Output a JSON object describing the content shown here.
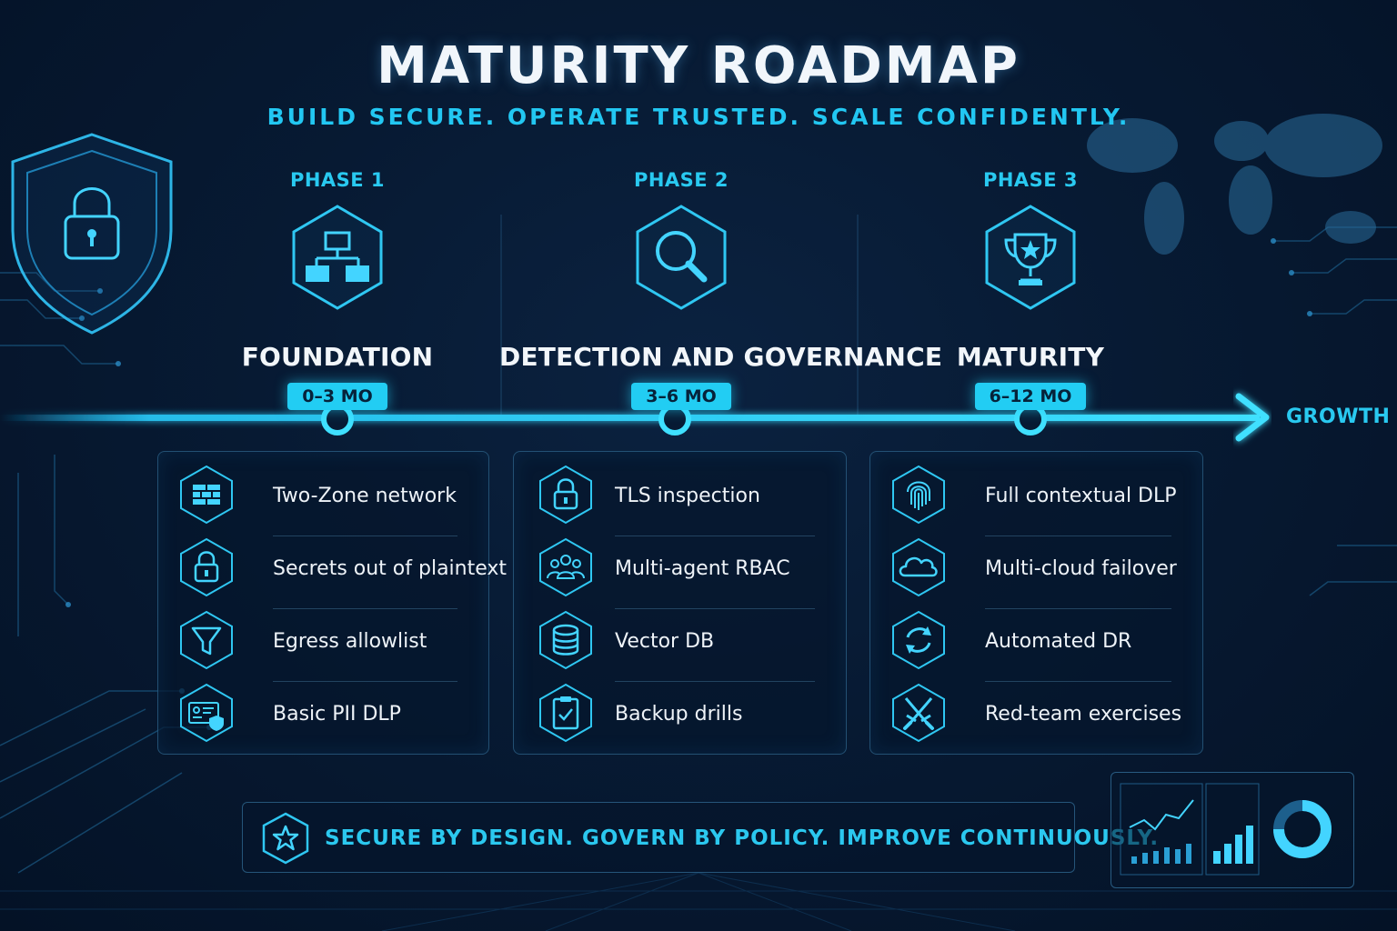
{
  "title": "MATURITY ROADMAP",
  "subtitle": "BUILD SECURE.  OPERATE TRUSTED.  SCALE CONFIDENTLY.",
  "timeline": {
    "end_label": "GROWTH"
  },
  "colors": {
    "accent": "#22cdf3",
    "background": "#071a33",
    "text": "#f2f6fa",
    "card_border": "#3f7fa8"
  },
  "phases": [
    {
      "label": "PHASE 1",
      "icon": "network-hierarchy-icon",
      "name": "FOUNDATION",
      "duration": "0–3 MO",
      "items": [
        {
          "icon": "firewall-icon",
          "label": "Two-Zone network"
        },
        {
          "icon": "padlock-icon",
          "label": "Secrets out of plaintext"
        },
        {
          "icon": "funnel-filter-icon",
          "label": "Egress allowlist"
        },
        {
          "icon": "id-card-shield-icon",
          "label": "Basic PII DLP"
        }
      ]
    },
    {
      "label": "PHASE 2",
      "icon": "magnifier-icon",
      "name": "DETECTION AND GOVERNANCE",
      "duration": "3–6 MO",
      "items": [
        {
          "icon": "padlock-icon",
          "label": "TLS inspection"
        },
        {
          "icon": "user-group-icon",
          "label": "Multi-agent RBAC"
        },
        {
          "icon": "database-icon",
          "label": "Vector DB"
        },
        {
          "icon": "clipboard-check-icon",
          "label": "Backup drills"
        }
      ]
    },
    {
      "label": "PHASE 3",
      "icon": "trophy-icon",
      "name": "MATURITY",
      "duration": "6–12 MO",
      "items": [
        {
          "icon": "fingerprint-icon",
          "label": "Full contextual DLP"
        },
        {
          "icon": "cloud-icon",
          "label": "Multi-cloud failover"
        },
        {
          "icon": "refresh-cycle-icon",
          "label": "Automated DR"
        },
        {
          "icon": "crossed-swords-icon",
          "label": "Red-team exercises"
        }
      ]
    }
  ],
  "footer": {
    "icon": "star-hexagon-icon",
    "text": "SECURE BY DESIGN.  GOVERN BY POLICY.  IMPROVE CONTINUOUSLY."
  },
  "decor": {
    "shield_icon": "shield-lock-icon",
    "map_icon": "world-map-icon",
    "dashboard_icon": "dashboard-charts-icon"
  }
}
